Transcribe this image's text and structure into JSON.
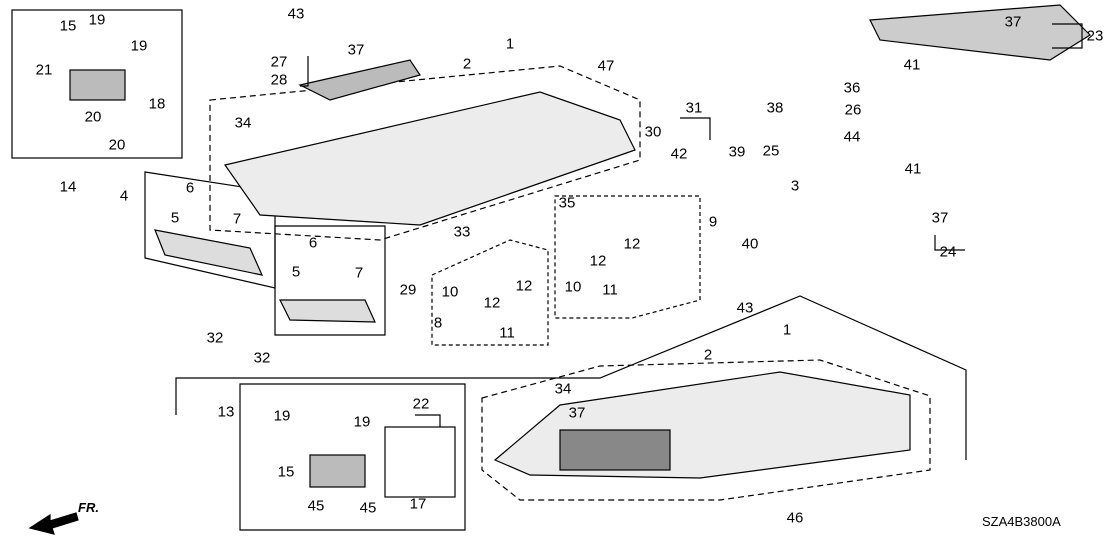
{
  "diagram_code": "SZA4B3800A",
  "direction_label": "FR.",
  "part_labels": [
    "43",
    "1",
    "2",
    "37",
    "27",
    "28",
    "47",
    "19",
    "15",
    "19",
    "21",
    "18",
    "20",
    "20",
    "14",
    "34",
    "4",
    "6",
    "5",
    "7",
    "32",
    "32",
    "30",
    "31",
    "42",
    "39",
    "35",
    "33",
    "9",
    "12",
    "12",
    "10",
    "11",
    "6",
    "5",
    "7",
    "29",
    "10",
    "12",
    "12",
    "8",
    "11",
    "36",
    "41",
    "26",
    "44",
    "41",
    "38",
    "25",
    "3",
    "40",
    "37",
    "24",
    "37",
    "23",
    "43",
    "1",
    "2",
    "13",
    "19",
    "19",
    "22",
    "15",
    "45",
    "45",
    "17",
    "34",
    "37",
    "46"
  ],
  "icons": {
    "direction": "front-arrow-icon"
  },
  "colors": {
    "line": "#000000",
    "part_fill": "#d8d8d8"
  }
}
